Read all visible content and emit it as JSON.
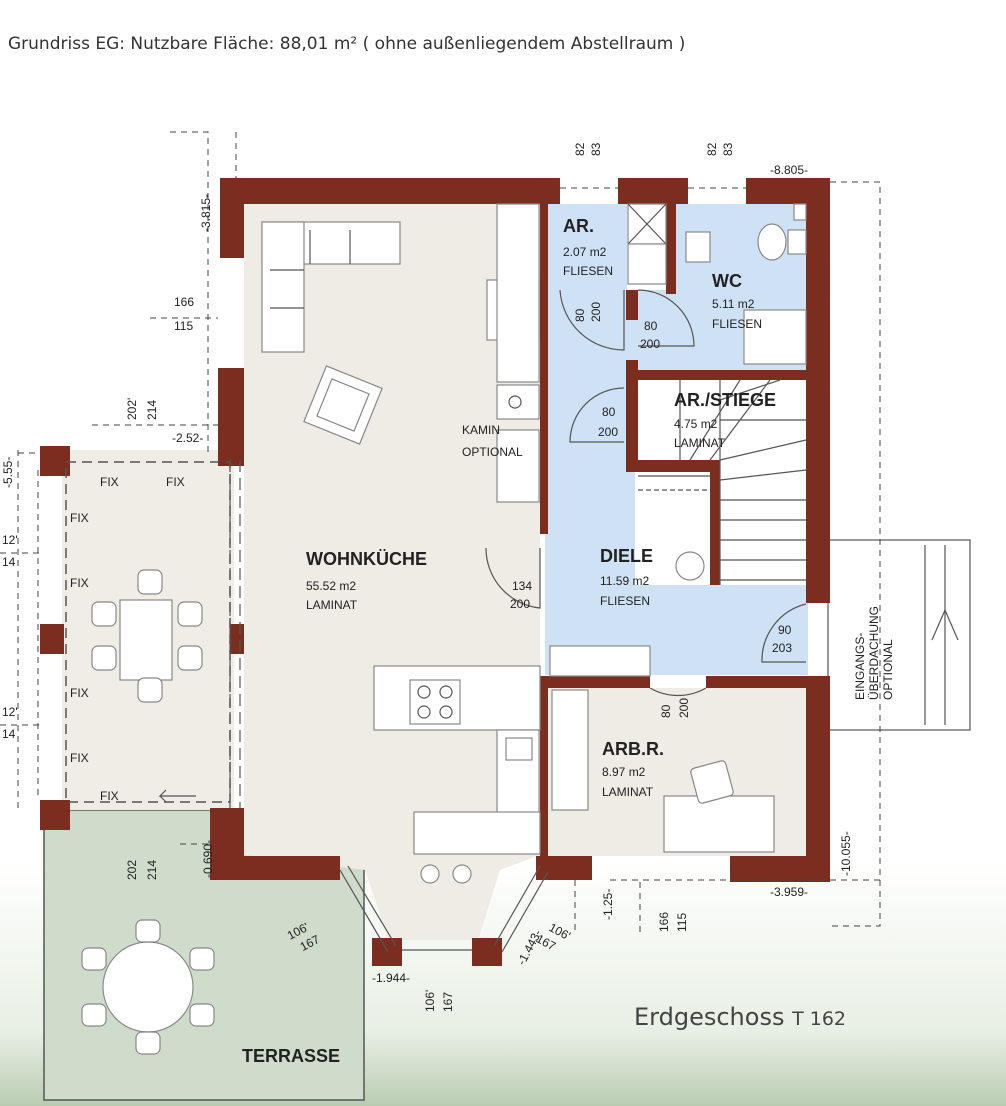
{
  "title": "Grundriss EG: Nutzbare Fläche: 88,01 m² ( ohne außenliegendem Abstellraum )",
  "footer": {
    "main": "Erdgeschoss",
    "sub": "T 162"
  },
  "colors": {
    "wall": "#7b2e20",
    "living": "#efebe5",
    "wet": "#cfe2f5",
    "terrace": "#c9dbc9",
    "terrace_bg": "#e4ece0"
  },
  "rooms": {
    "wohnkueche": {
      "name": "WOHNKÜCHE",
      "area": "55.52 m2",
      "floor": "LAMINAT"
    },
    "ar": {
      "name": "AR.",
      "area": "2.07 m2",
      "floor": "FLIESEN"
    },
    "wc": {
      "name": "WC",
      "area": "5.11 m2",
      "floor": "FLIESEN"
    },
    "stiege": {
      "name": "AR./STIEGE",
      "area": "4.75 m2",
      "floor": "LAMINAT"
    },
    "diele": {
      "name": "DIELE",
      "area": "11.59 m2",
      "floor": "FLIESEN"
    },
    "arbr": {
      "name": "ARB.R.",
      "area": "8.97 m2",
      "floor": "LAMINAT"
    },
    "terrasse": {
      "name": "TERRASSE"
    }
  },
  "labels": {
    "kamin_1": "KAMIN",
    "kamin_2": "OPTIONAL",
    "eingang_1": "EINGANGS-",
    "eingang_2": "ÜBERDACHUNG",
    "eingang_3": "OPTIONAL",
    "fix": "FIX"
  },
  "dimensions": {
    "d82_1": "82",
    "d83_1": "83",
    "d82_2": "82",
    "d83_2": "83",
    "d8805": "-8.805-",
    "d3815": "-3.815-",
    "d166a": "166",
    "d115a": "115",
    "d202a": "202'",
    "d214a": "214",
    "d252": "-2.52-",
    "d555": "-5.55-",
    "d12a": "12'",
    "d14a": "14",
    "d12b": "12'",
    "d14b": "14",
    "d80_200_a_1": "80",
    "d80_200_a_2": "200",
    "d80_200_b_1": "80",
    "d80_200_b_2": "200",
    "d80_200_c_1": "80",
    "d80_200_c_2": "200",
    "d80_200_d_1": "80",
    "d80_200_d_2": "200",
    "d134": "134",
    "d200e": "200",
    "d90": "90",
    "d203": "203",
    "d0690": "-0.690-",
    "d202b": "202",
    "d214b": "214",
    "d106a": "106'",
    "d167a": "167",
    "d106b": "106'",
    "d167b": "167",
    "d106c": "106'",
    "d167c": "167",
    "d1944": "-1.944-",
    "d1443": "-1.443-",
    "d125": "-1.25-",
    "d166b": "166",
    "d115b": "115",
    "d3959": "-3.959-",
    "d10055": "-10.055-"
  }
}
